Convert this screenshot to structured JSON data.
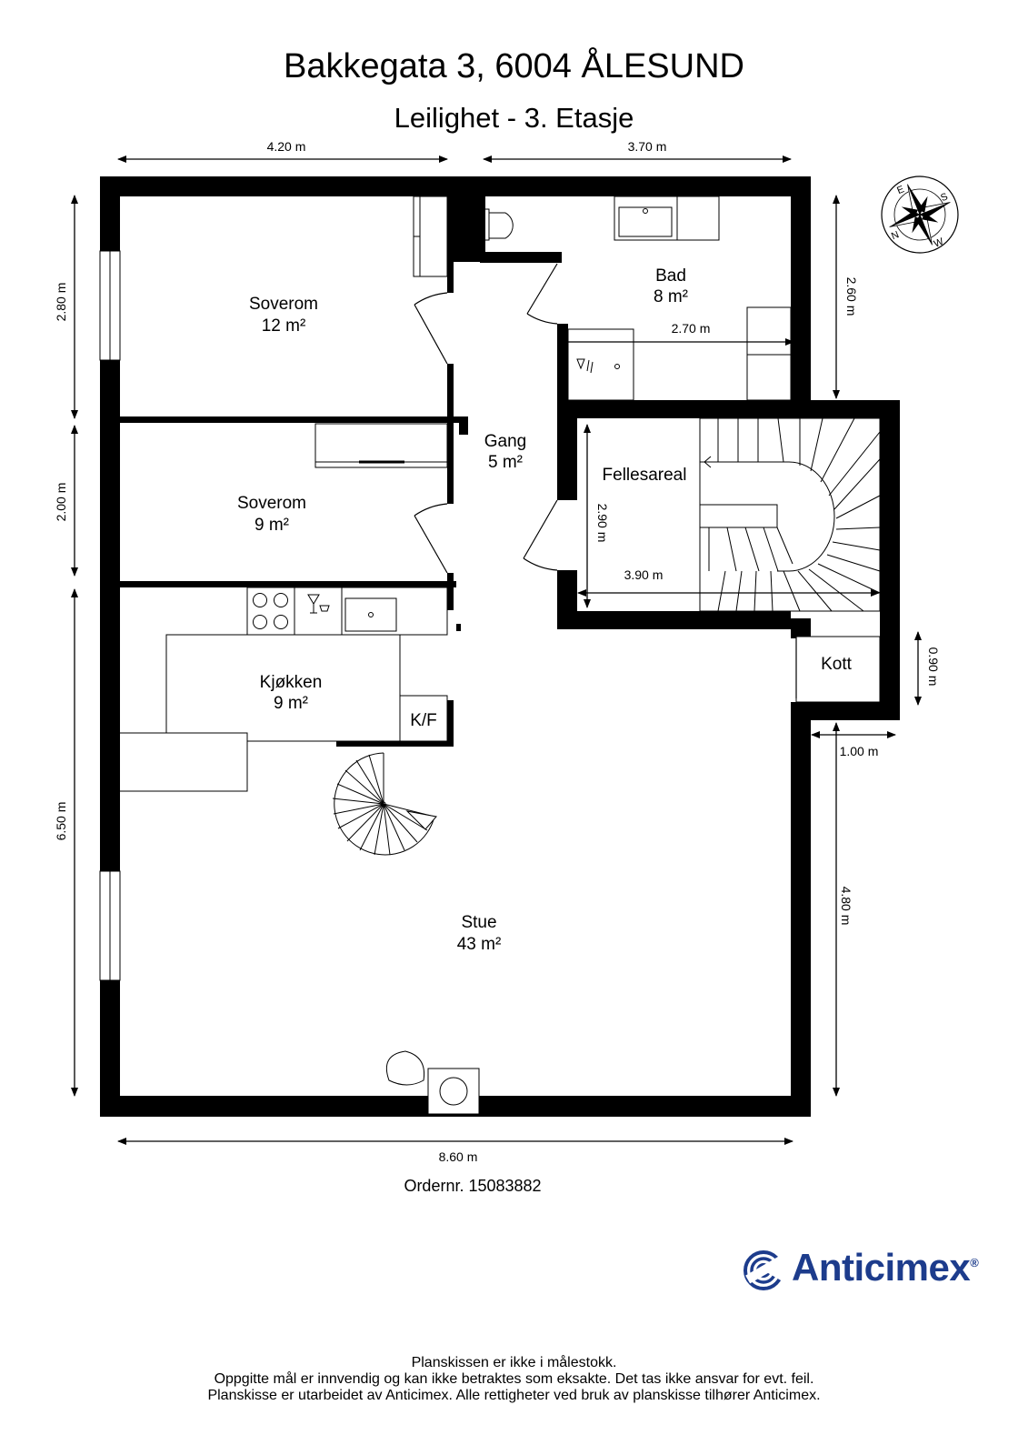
{
  "header": {
    "address": "Bakkegata 3, 6004 ÅLESUND",
    "floor": "Leilighet - 3. Etasje"
  },
  "dimensions": {
    "top_left": "4.20 m",
    "top_right": "3.70 m",
    "left_upper": "2.80 m",
    "left_middle": "2.00 m",
    "left_lower": "6.50 m",
    "right_upper": "2.60 m",
    "right_kott": "0.90 m",
    "right_lower": "4.80 m",
    "kott_width": "1.00 m",
    "bottom": "8.60 m",
    "bad_width": "2.70 m",
    "fellesareal_height": "2.90 m",
    "fellesareal_width": "3.90 m"
  },
  "rooms": {
    "soverom1": {
      "name": "Soverom",
      "area": "12 m²"
    },
    "bad": {
      "name": "Bad",
      "area": "8 m²"
    },
    "gang": {
      "name": "Gang",
      "area": "5 m²"
    },
    "fellesareal": {
      "name": "Fellesareal"
    },
    "soverom2": {
      "name": "Soverom",
      "area": "9 m²"
    },
    "kjokken": {
      "name": "Kjøkken",
      "area": "9 m²"
    },
    "kf": {
      "name": "K/F"
    },
    "kott": {
      "name": "Kott"
    },
    "stue": {
      "name": "Stue",
      "area": "43 m²"
    }
  },
  "compass": {
    "n": "N",
    "e": "E",
    "s": "S",
    "w": "W"
  },
  "order": "Ordernr. 15083882",
  "brand": {
    "name": "Anticimex",
    "mark": "®",
    "color": "#1d3c8c"
  },
  "footer": {
    "line1": "Planskissen er ikke i målestokk.",
    "line2": "Oppgitte mål er innvendig og kan ikke betraktes som eksakte. Det tas ikke ansvar for evt. feil.",
    "line3": "Planskisse er utarbeidet av Anticimex. Alle rettigheter ved bruk av planskisse tilhører Anticimex."
  }
}
